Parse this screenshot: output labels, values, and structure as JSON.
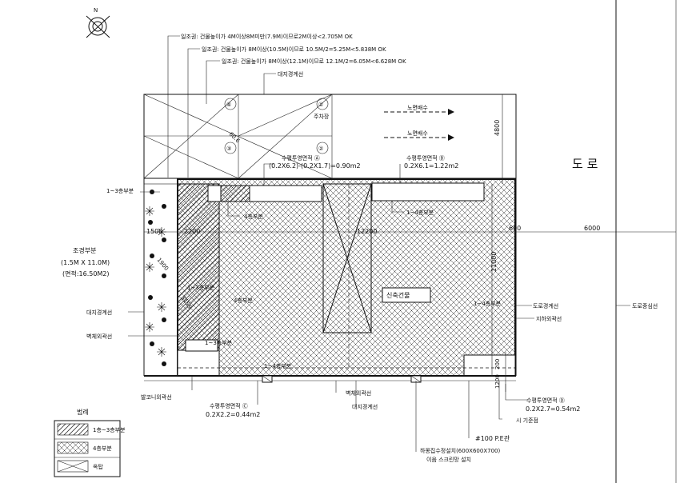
{
  "notes": {
    "line1": "일조권: 건물높이가 4M이상8M미만(7.9M)이므로2M이상<2.705M OK",
    "line2": "일조권: 건물높이가 8M이상(10.5M)이므로 10.5M/2=5.25M<5.838M OK",
    "line3": "일조권: 건물높이가 8M이상(12.1M)이므로 12.1M/2=6.05M<6.628M OK",
    "site_boundary_top": "대지경계선"
  },
  "parking": {
    "label": "주차장",
    "angle": "60.6",
    "spaces": [
      "①",
      "②",
      "③",
      "④"
    ]
  },
  "right_side": {
    "road": "도  로",
    "dim_4800": "4800",
    "dim_6000": "6000",
    "noyeon1": "노면배수",
    "noyeon2": "노면배수",
    "road_boundary": "도로경계선",
    "road_center": "도로중심선",
    "basement": "지하외곽선"
  },
  "labels": {
    "area_b_title": "수평투영면적 Ⓑ",
    "area_b_formula": "0.2X6.1=1.22m2",
    "area_a_title": "수평투영면적 Ⓐ",
    "area_a_formula": "(0.2X6.2)-(0.2X1.7)=0.90m2",
    "area_c_title": "수평투영면적 Ⓒ",
    "area_c_formula": "0.2X2.2=0.44m2",
    "area_d_title": "수평투영면적 Ⓓ",
    "area_d_formula": "0.2X2.7=0.54m2",
    "floor13_top": "1~3층부분",
    "floor4_top": "4층부분",
    "floor14_top": "1~4층부분",
    "floor13_mid": "1~3층부분",
    "floor4_mid": "4층부분",
    "floor13_low": "1~3층부분",
    "floor14_bottom": "1~4층부분",
    "floor14_right": "1~4층부분",
    "new_building": "신축건물",
    "landscape_title": "조경부분",
    "landscape_size": "(1.5M X 11.0M)",
    "landscape_area": "(면적:16.50M2)",
    "site_boundary_left": "대지경계선",
    "building_line_left": "벽체외곽선",
    "balcony_line": "발코니외곽선",
    "building_line_bottom": "벽체외곽선",
    "site_boundary_bottom": "대지경계선",
    "reference_point": "시 기준점",
    "pipe": "#100  P.E관",
    "manhole": "하몽집수정설치(600X600X700)",
    "manhole2": "이음 스크린망 설치"
  },
  "dims": {
    "d1500": "1500",
    "d2200": "2200",
    "d12200": "12200",
    "d600": "600",
    "d11000": "11000",
    "d200": "200",
    "d1900": "1900",
    "d3155": "3155",
    "d1200": "1200"
  },
  "legend": {
    "title": "범례",
    "item1": "1층~3층부분",
    "item2": "4층부분",
    "item3": "옥탑"
  }
}
